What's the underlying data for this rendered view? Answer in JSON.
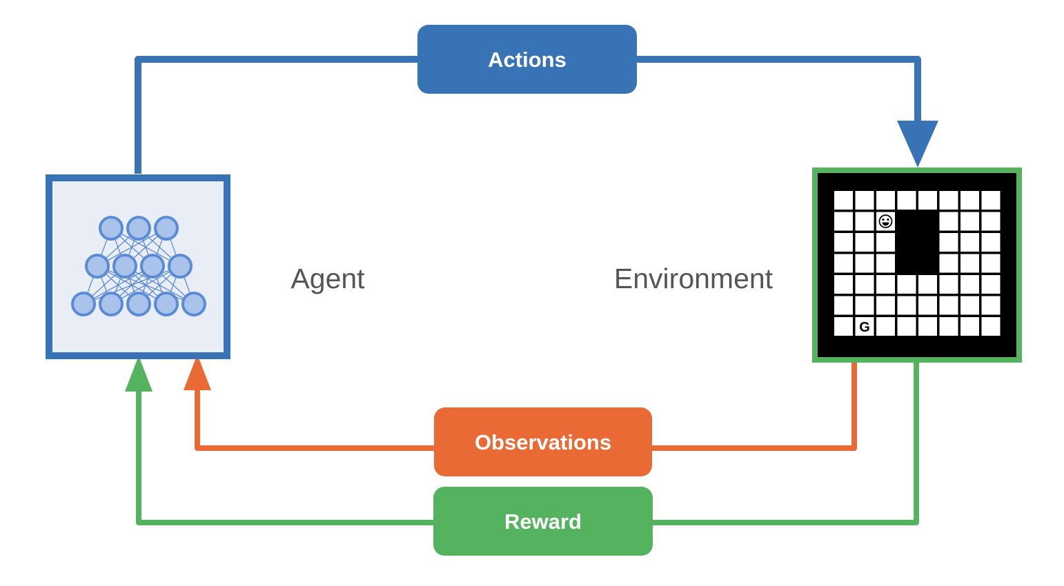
{
  "colors": {
    "actions": "#3873b6",
    "observations": "#ea6a35",
    "reward": "#55b25f",
    "agent_fill": "#e9edf6",
    "neuron_fill": "#a9c3ea",
    "neuron_stroke": "#5c8bd6",
    "env_fill": "#000000",
    "cell_fill": "#ffffff"
  },
  "labels": {
    "actions": "Actions",
    "observations": "Observations",
    "reward": "Reward",
    "agent": "Agent",
    "environment": "Environment"
  },
  "agent": {
    "icon": "neural-network-icon",
    "layers": [
      3,
      4,
      5
    ]
  },
  "environment": {
    "icon": "gridworld-icon",
    "rows": 7,
    "cols": 8,
    "walls": [
      [
        1,
        3
      ],
      [
        1,
        4
      ],
      [
        2,
        3
      ],
      [
        2,
        4
      ],
      [
        3,
        3
      ],
      [
        3,
        4
      ]
    ],
    "agent_cell": [
      1,
      2
    ],
    "agent_icon": "smiley-face-icon",
    "goal_cell": [
      6,
      1
    ],
    "goal_label": "G"
  }
}
